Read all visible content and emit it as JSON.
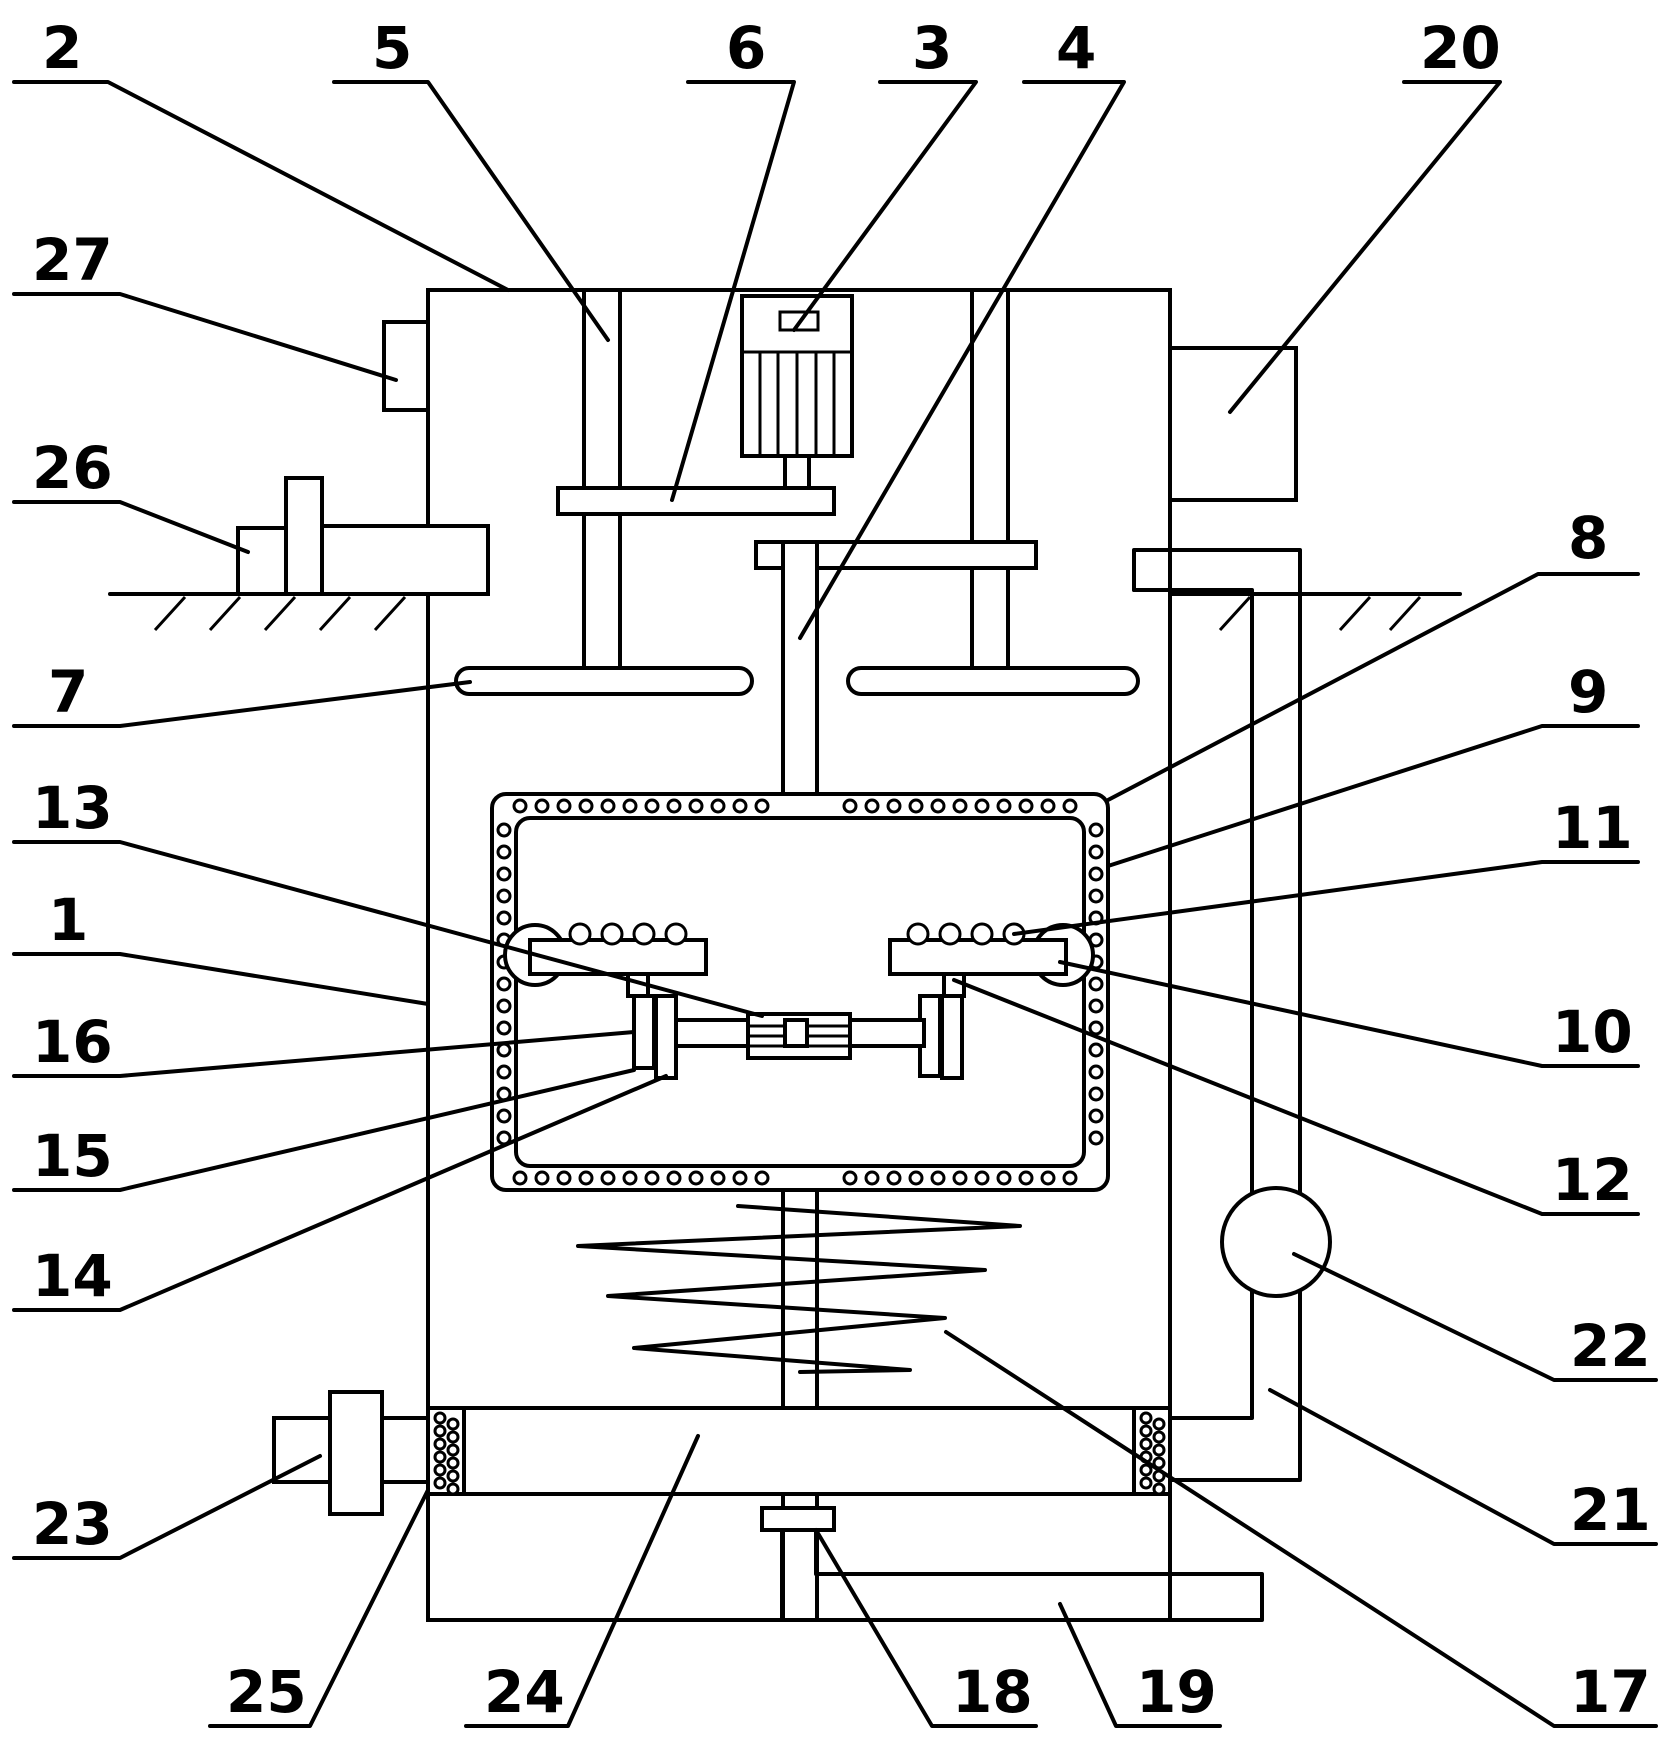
{
  "labels": [
    {
      "id": "2",
      "text": "2"
    },
    {
      "id": "5",
      "text": "5"
    },
    {
      "id": "6",
      "text": "6"
    },
    {
      "id": "3",
      "text": "3"
    },
    {
      "id": "4",
      "text": "4"
    },
    {
      "id": "20",
      "text": "20"
    },
    {
      "id": "27",
      "text": "27"
    },
    {
      "id": "26",
      "text": "26"
    },
    {
      "id": "8",
      "text": "8"
    },
    {
      "id": "7",
      "text": "7"
    },
    {
      "id": "9",
      "text": "9"
    },
    {
      "id": "13",
      "text": "13"
    },
    {
      "id": "11",
      "text": "11"
    },
    {
      "id": "1",
      "text": "1"
    },
    {
      "id": "10",
      "text": "10"
    },
    {
      "id": "16",
      "text": "16"
    },
    {
      "id": "15",
      "text": "15"
    },
    {
      "id": "12",
      "text": "12"
    },
    {
      "id": "14",
      "text": "14"
    },
    {
      "id": "22",
      "text": "22"
    },
    {
      "id": "21",
      "text": "21"
    },
    {
      "id": "23",
      "text": "23"
    },
    {
      "id": "25",
      "text": "25"
    },
    {
      "id": "24",
      "text": "24"
    },
    {
      "id": "18",
      "text": "18"
    },
    {
      "id": "19",
      "text": "19"
    },
    {
      "id": "17",
      "text": "17"
    }
  ]
}
